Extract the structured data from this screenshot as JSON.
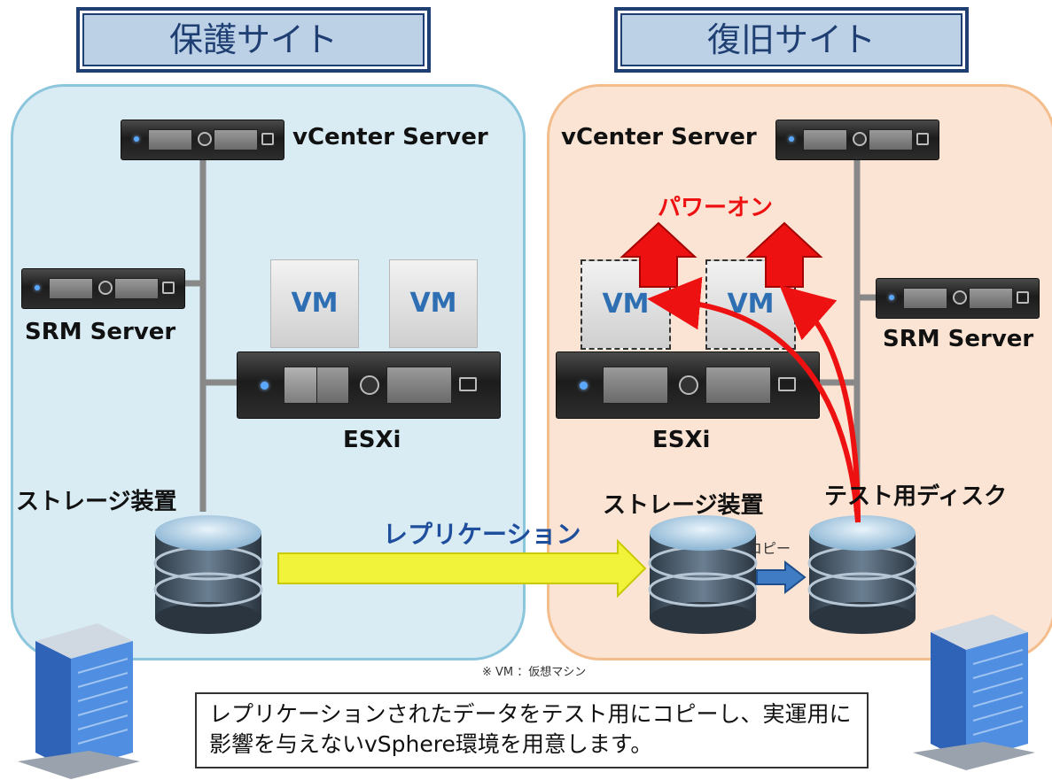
{
  "protected_site": {
    "title": "保護サイト",
    "vcenter_label": "vCenter Server",
    "srm_label": "SRM Server",
    "esxi_label": "ESXi",
    "storage_label": "ストレージ装置",
    "vm_labels": [
      "VM",
      "VM"
    ]
  },
  "recovery_site": {
    "title": "復旧サイト",
    "vcenter_label": "vCenter Server",
    "srm_label": "SRM Server",
    "esxi_label": "ESXi",
    "storage_label": "ストレージ装置",
    "test_disk_label": "テスト用ディスク",
    "power_on_label": "パワーオン",
    "copy_label": "コピー",
    "vm_labels": [
      "VM",
      "VM"
    ]
  },
  "replication_label": "レプリケーション",
  "footnote": "※ VM ：仮想マシン",
  "description": "レプリケーションされたデータをテスト用にコピーし、実運用に影響を与えないvSphere環境を用意します。",
  "colors": {
    "protected_bg": "#d9ecf4",
    "protected_border": "#8cc6dc",
    "recovery_bg": "#fbe4d3",
    "recovery_border": "#f3bd8c",
    "replication_arrow": "#f1f23a",
    "power_on": "#ee1111"
  }
}
